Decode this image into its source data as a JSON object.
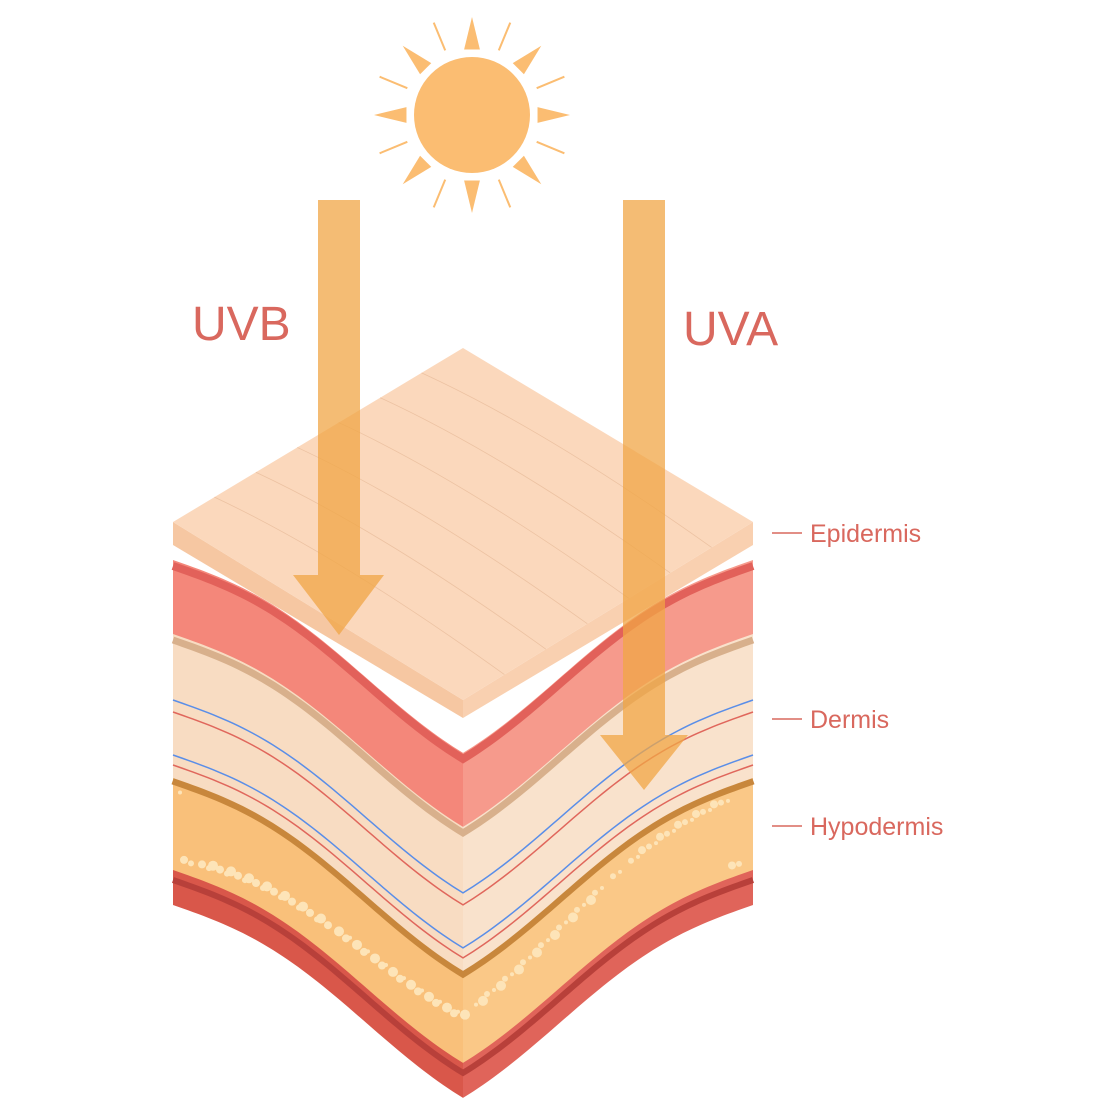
{
  "rays": {
    "uvb_label": "UVB",
    "uva_label": "UVA"
  },
  "layers": [
    {
      "label": "Epidermis"
    },
    {
      "label": "Dermis"
    },
    {
      "label": "Hypodermis"
    }
  ],
  "colors": {
    "label": "#d9685e",
    "sun": "#fbbd72",
    "arrow": "#f0a646",
    "epidermis_top": "#fbd8bc",
    "epidermis_side": "#f6c7a2",
    "red_layer": "#f4877a",
    "dermis": "#f8dcc2",
    "hypodermis": "#f9c07a",
    "fat_band": "#c8873c",
    "muscle": "#d9574a"
  }
}
